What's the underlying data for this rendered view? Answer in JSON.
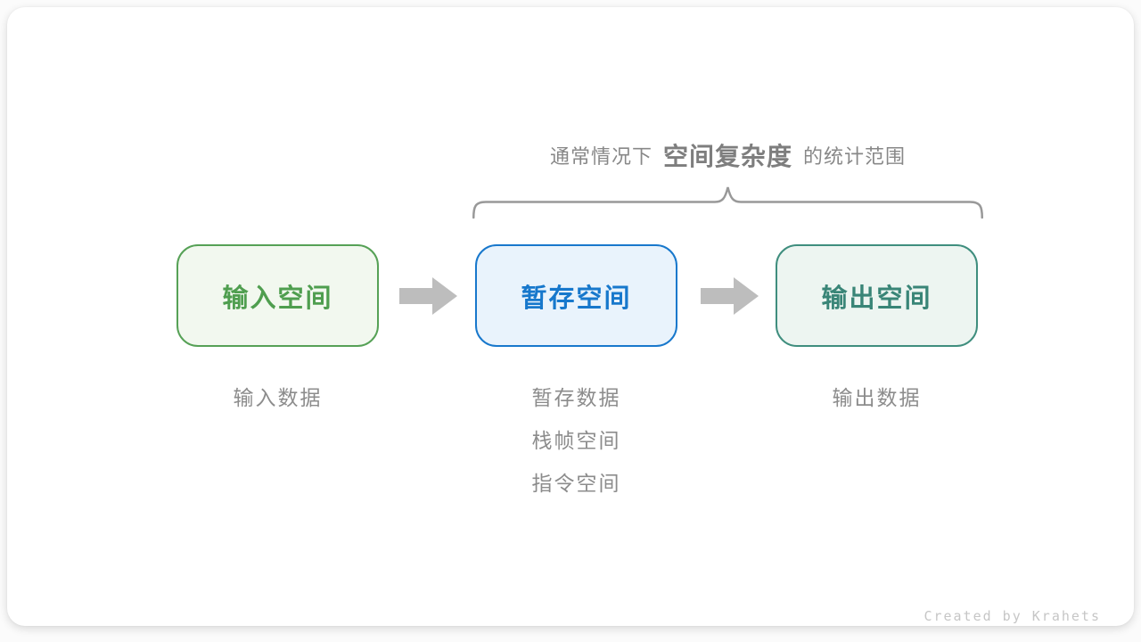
{
  "title": {
    "prefix": "通常情况下",
    "highlight": "空间复杂度",
    "suffix": "的统计范围"
  },
  "boxes": [
    {
      "id": "input",
      "label": "输入空间"
    },
    {
      "id": "temp",
      "label": "暂存空间"
    },
    {
      "id": "output",
      "label": "输出空间"
    }
  ],
  "notes": {
    "input": [
      "输入数据"
    ],
    "temp": [
      "暂存数据",
      "栈帧空间",
      "指令空间"
    ],
    "output": [
      "输出数据"
    ]
  },
  "footer": "Created by Krahets",
  "colors": {
    "input_border": "#56a156",
    "input_bg": "#f2f8ef",
    "input_text": "#4f9e4f",
    "temp_border": "#1878cc",
    "temp_bg": "#e9f3fc",
    "temp_text": "#1778cc",
    "output_border": "#3f8e7e",
    "output_bg": "#edf5f1",
    "output_text": "#398577",
    "arrow": "#bdbdbd",
    "brace": "#999999",
    "title_text": "#888888",
    "note_text": "#8c8c8c",
    "footer_text": "#c6c6c6"
  }
}
